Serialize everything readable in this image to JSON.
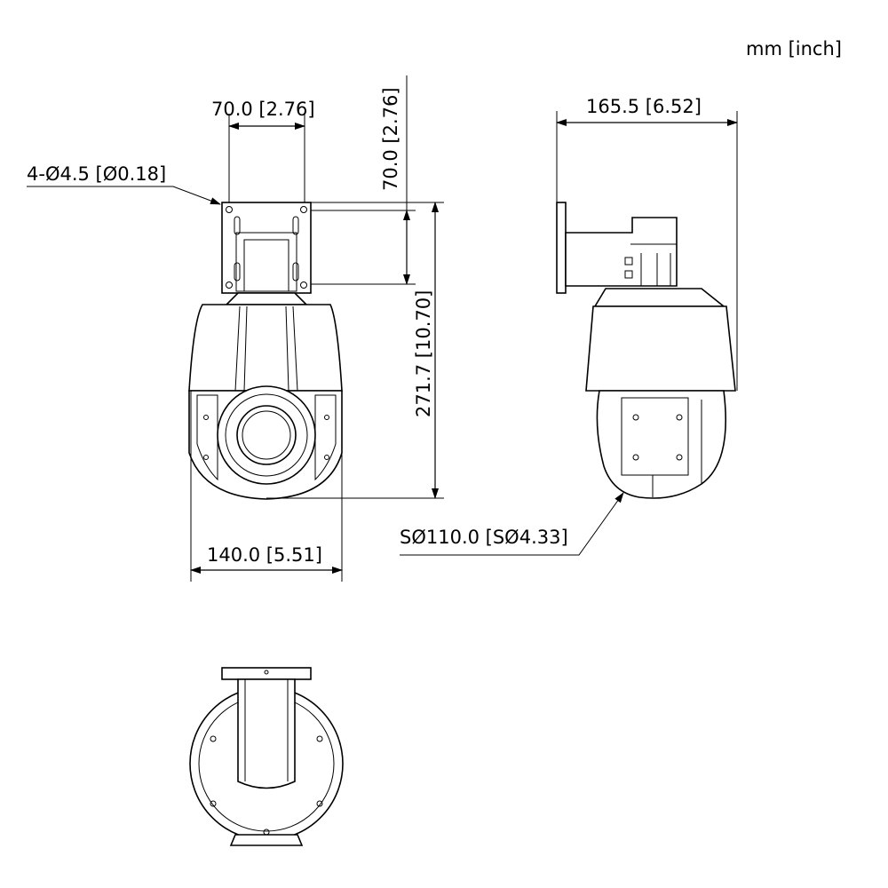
{
  "units_label": "mm [inch]",
  "front_view": {
    "mount_width": "70.0 [2.76]",
    "mount_height": "70.0 [2.76]",
    "holes": "4-Ø4.5 [Ø0.18]",
    "total_height": "271.7 [10.70]",
    "body_width": "140.0 [5.51]"
  },
  "side_view": {
    "depth": "165.5 [6.52]",
    "sphere_diameter": "SØ110.0 [SØ4.33]"
  }
}
